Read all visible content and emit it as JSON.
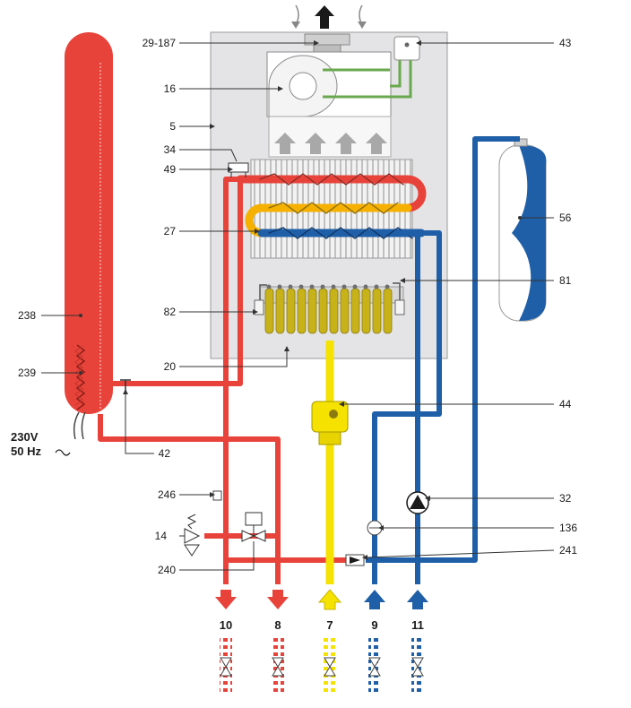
{
  "colors": {
    "hot": "#e8433a",
    "cold": "#1f5fa8",
    "gas": "#f5e200",
    "case": "#e4e4e6",
    "fin": "#c9c9c9",
    "flue_arrow": "#a8a8a8",
    "green": "#6aa84f"
  },
  "labels": {
    "l29_187": "29-187",
    "l16": "16",
    "l5": "5",
    "l34": "34",
    "l49": "49",
    "l27": "27",
    "l238": "238",
    "l82": "82",
    "l239": "239",
    "l20": "20",
    "l42": "42",
    "l246": "246",
    "l14": "14",
    "l240": "240",
    "l43": "43",
    "l56": "56",
    "l81": "81",
    "l44": "44",
    "l32": "32",
    "l136": "136",
    "l241": "241"
  },
  "power": {
    "voltage": "230V",
    "frequency": "50 Hz"
  },
  "connections": {
    "c10": "10",
    "c8": "8",
    "c7": "7",
    "c9": "9",
    "c11": "11"
  },
  "icons": [
    "flue-outlet-arrow",
    "air-inlet-arrow",
    "flow-arrow",
    "shutoff-valve-icon",
    "pump-icon"
  ]
}
